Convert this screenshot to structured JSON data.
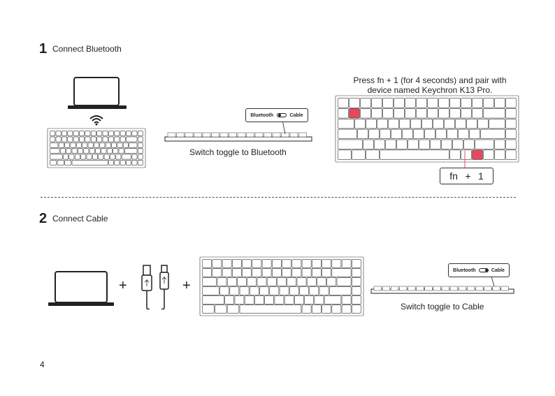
{
  "step1": {
    "number": "1",
    "title": "Connect Bluetooth"
  },
  "step2": {
    "number": "2",
    "title": "Connect Cable"
  },
  "instructions": {
    "pair_line1": "Press fn + 1 (for 4 seconds) and pair with",
    "pair_line2": "device named Keychron K13 Pro.",
    "switch_bluetooth": "Switch toggle to Bluetooth",
    "switch_cable": "Switch toggle to Cable"
  },
  "toggle": {
    "bluetooth_label": "Bluetooth",
    "cable_label": "Cable"
  },
  "key_combo": {
    "fn": "fn",
    "plus": "+",
    "one": "1"
  },
  "operators": {
    "plus": "+"
  },
  "page": {
    "number": "4"
  },
  "colors": {
    "highlight_key": "#e8485f",
    "ink": "#231f20"
  },
  "icons": [
    "laptop-icon",
    "wifi-icon",
    "keyboard-icon",
    "usb-cable-icon"
  ]
}
